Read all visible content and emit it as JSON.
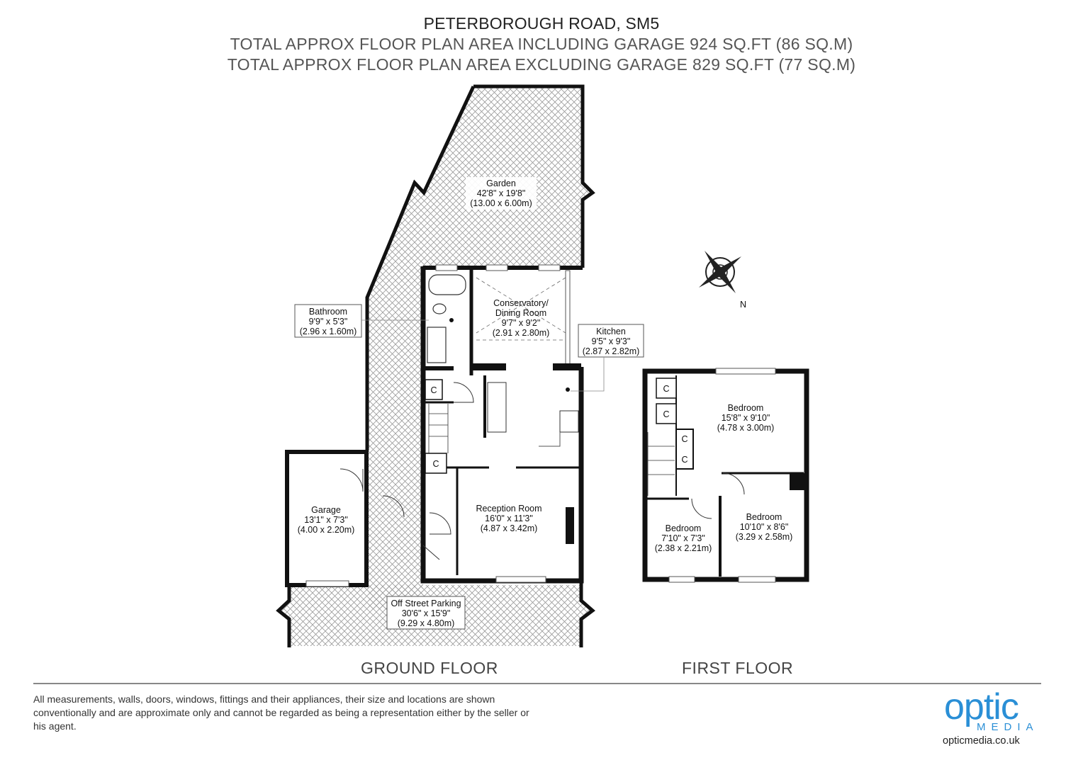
{
  "header": {
    "title": "PETERBOROUGH ROAD, SM5",
    "area_including": "TOTAL APPROX FLOOR PLAN AREA INCLUDING GARAGE 924 SQ.FT (86 SQ.M)",
    "area_excluding": "TOTAL APPROX FLOOR PLAN AREA EXCLUDING GARAGE 829 SQ.FT (77 SQ.M)"
  },
  "rooms": {
    "garden": {
      "name": "Garden",
      "imperial": "42'8\" x 19'8\"",
      "metric": "(13.00 x 6.00m)"
    },
    "bathroom": {
      "name": "Bathroom",
      "imperial": "9'9\" x 5'3\"",
      "metric": "(2.96 x 1.60m)"
    },
    "conservatory": {
      "name1": "Conservatory/",
      "name2": "Dining Room",
      "imperial": "9'7\" x 9'2\"",
      "metric": "(2.91 x 2.80m)"
    },
    "kitchen": {
      "name": "Kitchen",
      "imperial": "9'5\" x 9'3\"",
      "metric": "(2.87 x 2.82m)"
    },
    "garage": {
      "name": "Garage",
      "imperial": "13'1\" x 7'3\"",
      "metric": "(4.00 x 2.20m)"
    },
    "reception": {
      "name": "Reception Room",
      "imperial": "16'0\" x 11'3\"",
      "metric": "(4.87 x 3.42m)"
    },
    "parking": {
      "name": "Off Street Parking",
      "imperial": "30'6\" x 15'9\"",
      "metric": "(9.29 x 4.80m)"
    },
    "bedroom1": {
      "name": "Bedroom",
      "imperial": "15'8\" x 9'10\"",
      "metric": "(4.78 x 3.00m)"
    },
    "bedroom2": {
      "name": "Bedroom",
      "imperial": "10'10\" x 8'6\"",
      "metric": "(3.29 x 2.58m)"
    },
    "bedroom3": {
      "name": "Bedroom",
      "imperial": "7'10\" x 7'3\"",
      "metric": "(2.38 x 2.21m)"
    }
  },
  "cupboard_label": "C",
  "compass_label": "N",
  "floors": {
    "ground": "GROUND FLOOR",
    "first": "FIRST FLOOR"
  },
  "footer": {
    "disclaimer": "All measurements, walls, doors, windows, fittings and their appliances, their size and locations are shown conventionally and are approximate only and cannot be regarded as being a representation either by the seller or his agent.",
    "logo_main": "optic",
    "logo_sub": "MEDIA",
    "url": "opticmedia.co.uk"
  },
  "colors": {
    "wall": "#111111",
    "hatch": "#9a9a9a",
    "accent": "#2a8fd6"
  },
  "icons": [
    "compass-icon"
  ]
}
